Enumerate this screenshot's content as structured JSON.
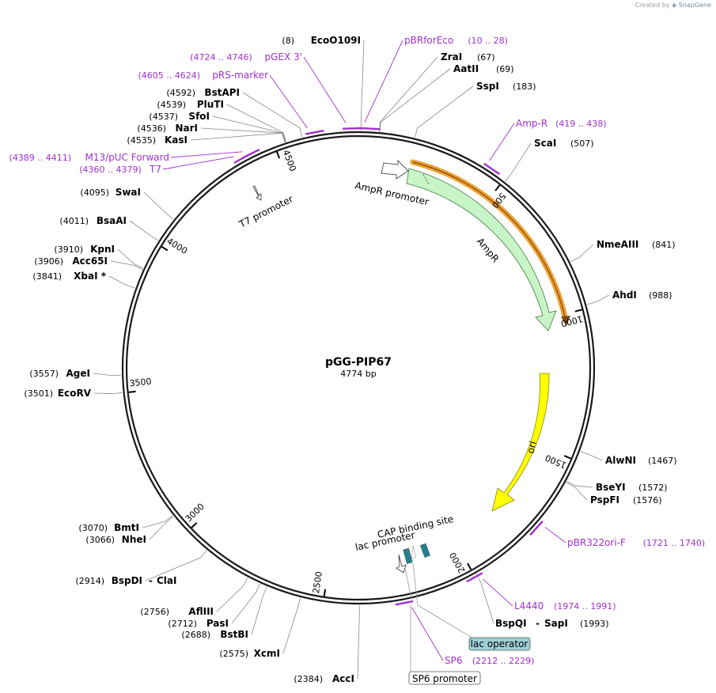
{
  "credit": {
    "prefix": "Created by",
    "brand": "SnapGene"
  },
  "plasmid": {
    "name": "pGG-PIP67",
    "length_label": "4774 bp",
    "length": 4774
  },
  "colors": {
    "backbone": "#1a1a1a",
    "primer": "#a030d0",
    "ampr": "#c8f5c8",
    "ori": "#ffff00",
    "orf": "#f0a030",
    "cap": "#2a7f8f",
    "lac_operator": "#9fd0d8"
  },
  "ticks": [
    "500",
    "1000",
    "1500",
    "2000",
    "2500",
    "3000",
    "3500",
    "4000",
    "4500"
  ],
  "enzymes": [
    {
      "name": "EcoO109I",
      "pos": "(8)"
    },
    {
      "name": "ZraI",
      "pos": "(67)"
    },
    {
      "name": "AatII",
      "pos": "(69)"
    },
    {
      "name": "SspI",
      "pos": "(183)"
    },
    {
      "name": "ScaI",
      "pos": "(507)"
    },
    {
      "name": "NmeAIII",
      "pos": "(841)"
    },
    {
      "name": "AhdI",
      "pos": "(988)"
    },
    {
      "name": "AlwNI",
      "pos": "(1467)"
    },
    {
      "name": "BseYI",
      "pos": "(1572)"
    },
    {
      "name": "PspFI",
      "pos": "(1576)"
    },
    {
      "name": "BspQI",
      "pos": "(1993)",
      "extra": "SapI"
    },
    {
      "name": "AccI",
      "pos": "(2384)"
    },
    {
      "name": "XcmI",
      "pos": "(2575)"
    },
    {
      "name": "BstBI",
      "pos": "(2688)"
    },
    {
      "name": "PasI",
      "pos": "(2712)"
    },
    {
      "name": "AflIII",
      "pos": "(2756)"
    },
    {
      "name": "BspDI",
      "pos": "(2914)",
      "extra": "ClaI"
    },
    {
      "name": "NheI",
      "pos": "(3066)"
    },
    {
      "name": "BmtI",
      "pos": "(3070)"
    },
    {
      "name": "EcoRV",
      "pos": "(3501)"
    },
    {
      "name": "AgeI",
      "pos": "(3557)"
    },
    {
      "name": "XbaI *",
      "pos": "(3841)"
    },
    {
      "name": "Acc65I",
      "pos": "(3906)"
    },
    {
      "name": "KpnI",
      "pos": "(3910)"
    },
    {
      "name": "BsaAI",
      "pos": "(4011)"
    },
    {
      "name": "SwaI",
      "pos": "(4095)"
    },
    {
      "name": "KasI",
      "pos": "(4535)"
    },
    {
      "name": "NarI",
      "pos": "(4536)"
    },
    {
      "name": "SfoI",
      "pos": "(4537)"
    },
    {
      "name": "PluTI",
      "pos": "(4539)"
    },
    {
      "name": "BstAPI",
      "pos": "(4592)"
    }
  ],
  "primers": [
    {
      "name": "pBRforEco",
      "range": "(10 .. 28)"
    },
    {
      "name": "Amp-R",
      "range": "(419 .. 438)"
    },
    {
      "name": "pBR322ori-F",
      "range": "(1721 .. 1740)"
    },
    {
      "name": "L4440",
      "range": "(1974 .. 1991)"
    },
    {
      "name": "SP6",
      "range": "(2212 .. 2229)"
    },
    {
      "name": "T7",
      "range": "(4360 .. 4379)"
    },
    {
      "name": "M13/pUC Forward",
      "range": "(4389 .. 4411)"
    },
    {
      "name": "pRS-marker",
      "range": "(4605 .. 4624)"
    },
    {
      "name": "pGEX 3'",
      "range": "(4724 .. 4746)"
    }
  ],
  "features": {
    "ampr_promoter": "AmpR promoter",
    "ampr": "AmpR",
    "ori": "ori",
    "cap_site": "CAP binding site",
    "lac_promoter": "lac promoter",
    "lac_operator": "lac operator",
    "sp6_promoter": "SP6 promoter",
    "t7_promoter": "T7 promoter"
  }
}
